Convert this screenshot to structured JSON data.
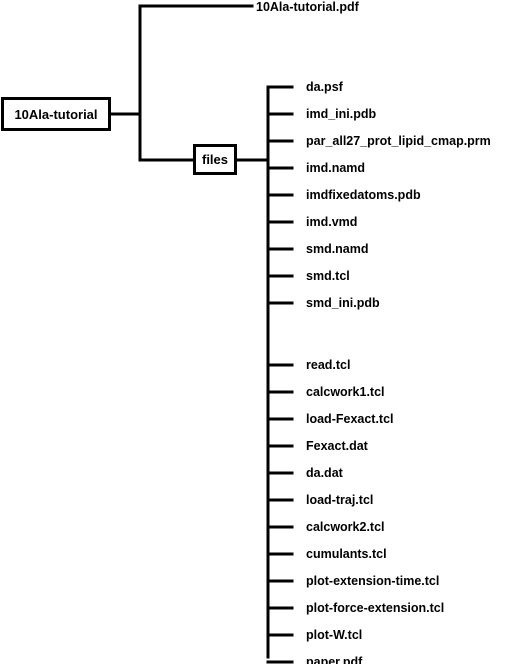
{
  "root": {
    "label": "10Ala-tutorial"
  },
  "top_file": {
    "label": "10Ala-tutorial.pdf"
  },
  "files_folder": {
    "label": "files"
  },
  "files_group1": [
    "da.psf",
    "imd_ini.pdb",
    "par_all27_prot_lipid_cmap.prm",
    "imd.namd",
    "imdfixedatoms.pdb",
    "imd.vmd",
    "smd.namd",
    "smd.tcl",
    "smd_ini.pdb"
  ],
  "files_group2": [
    "read.tcl",
    "calcwork1.tcl",
    "load-Fexact.tcl",
    "Fexact.dat",
    "da.dat",
    "load-traj.tcl",
    "calcwork2.tcl",
    "cumulants.tcl",
    "plot-extension-time.tcl",
    "plot-force-extension.tcl",
    "plot-W.tcl",
    "paper.pdf"
  ]
}
